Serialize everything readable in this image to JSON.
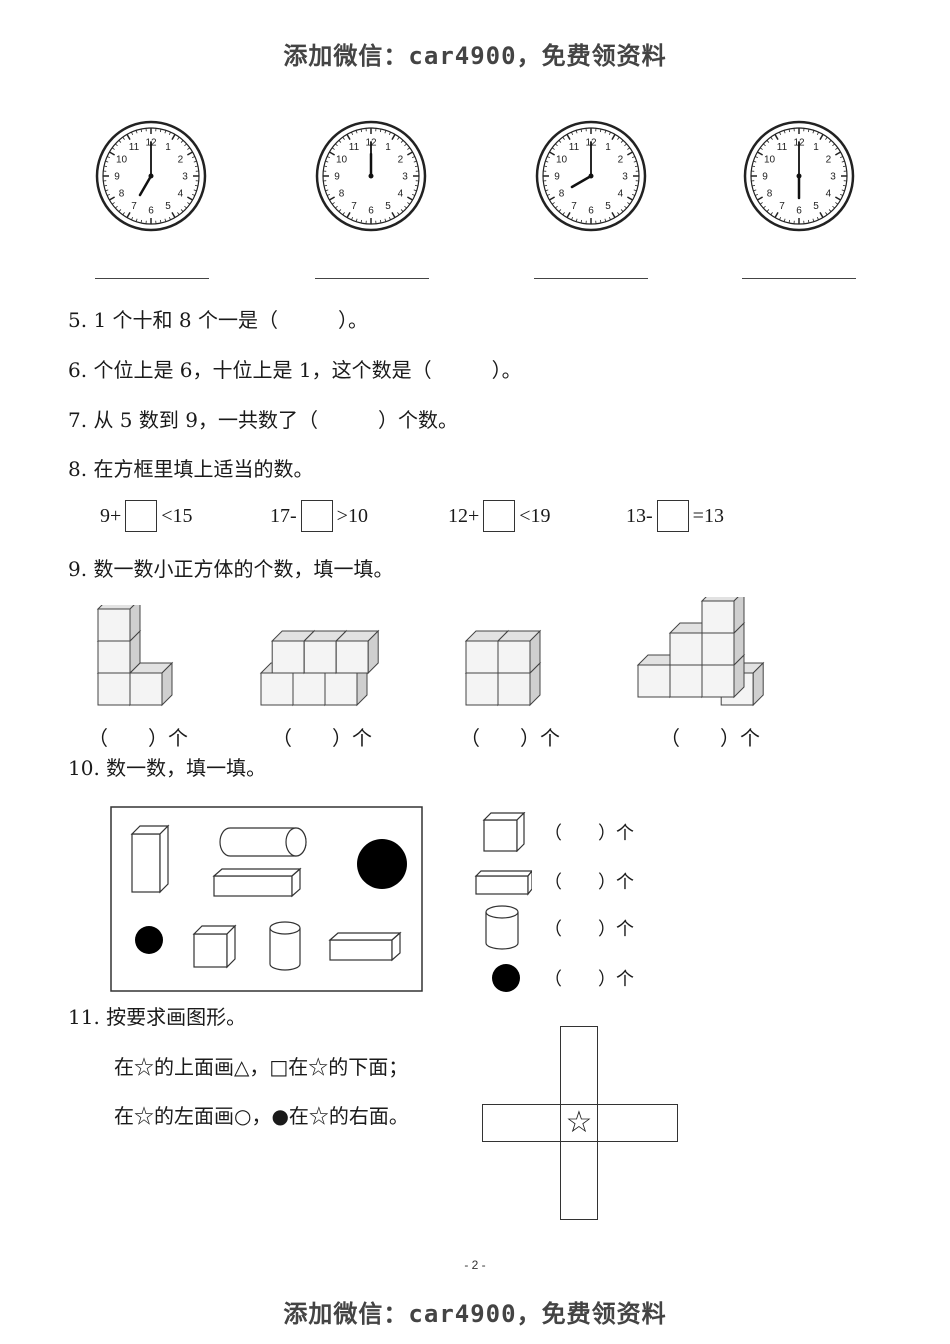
{
  "header": {
    "banner": "添加微信：car4900，免费领资料"
  },
  "clocks": [
    {
      "label": "clock-seven"
    },
    {
      "label": "clock-twelve"
    },
    {
      "label": "clock-eight"
    },
    {
      "label": "clock-six"
    }
  ],
  "clock_numbers": [
    "12",
    "1",
    "2",
    "3",
    "4",
    "5",
    "6",
    "7",
    "8",
    "9",
    "10",
    "11"
  ],
  "questions": {
    "q5": "5. 1 个十和 8 个一是（　　　）。",
    "q6": "6. 个位上是 6，十位上是 1，这个数是（　　　）。",
    "q7": "7. 从 5 数到 9，一共数了（　　　）个数。",
    "q8": "8. 在方框里填上适当的数。",
    "q9": "9. 数一数小正方体的个数，填一填。",
    "q10": "10. 数一数，填一填。",
    "q11": "11. 按要求画图形。"
  },
  "q8_items": [
    {
      "left": "9+",
      "right": "<15"
    },
    {
      "left": "17-",
      "right": ">10"
    },
    {
      "left": "12+",
      "right": "<19"
    },
    {
      "left": "13-",
      "right": "=13"
    }
  ],
  "q9_counts": [
    "（　　）个",
    "（　　）个",
    "（　　）个",
    "（　　）个"
  ],
  "q10_legend": [
    "（　　）个",
    "（　　）个",
    "（　　）个",
    "（　　）个"
  ],
  "q11_lines": [
    "在☆的上面画△，□在☆的下面；",
    "在☆的左面画○，●在☆的右面。"
  ],
  "q11_star": "☆",
  "page_number": "- 2 -",
  "footer": {
    "banner": "添加微信：car4900，免费领资料"
  }
}
